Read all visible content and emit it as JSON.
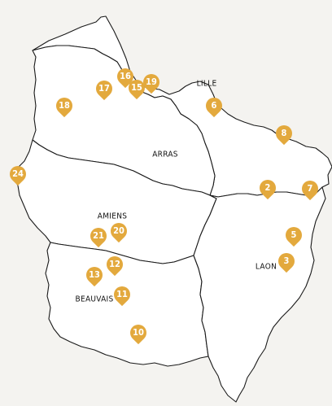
{
  "colors": {
    "background": "#f4f3f0",
    "region_fill": "#ffffff",
    "border": "#1a1a1a",
    "marker": "#e3a93d",
    "marker_text": "#ffffff"
  },
  "cities": [
    {
      "id": "lille",
      "label": "LILLE"
    },
    {
      "id": "arras",
      "label": "ARRAS"
    },
    {
      "id": "amiens",
      "label": "AMIENS"
    },
    {
      "id": "laon",
      "label": "LAON"
    },
    {
      "id": "beauvais",
      "label": "BEAUVAIS"
    }
  ],
  "markers": [
    {
      "number": "16"
    },
    {
      "number": "19"
    },
    {
      "number": "15"
    },
    {
      "number": "17"
    },
    {
      "number": "18"
    },
    {
      "number": "6"
    },
    {
      "number": "8"
    },
    {
      "number": "24"
    },
    {
      "number": "2"
    },
    {
      "number": "7"
    },
    {
      "number": "5"
    },
    {
      "number": "3"
    },
    {
      "number": "21"
    },
    {
      "number": "20"
    },
    {
      "number": "12"
    },
    {
      "number": "13"
    },
    {
      "number": "11"
    },
    {
      "number": "10"
    }
  ]
}
